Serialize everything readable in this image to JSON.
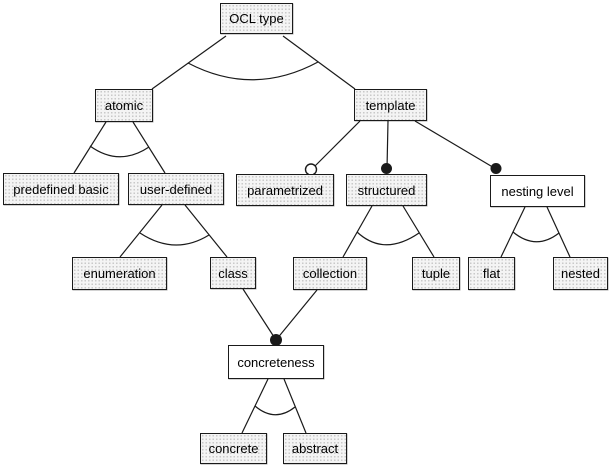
{
  "diagram": {
    "type": "feature-model-tree",
    "root_label": "OCL type",
    "nodes": {
      "ocl_type": {
        "label": "OCL type",
        "style": "stippled"
      },
      "atomic": {
        "label": "atomic",
        "style": "stippled"
      },
      "template": {
        "label": "template",
        "style": "stippled"
      },
      "predefined_basic": {
        "label": "predefined basic",
        "style": "stippled"
      },
      "user_defined": {
        "label": "user-defined",
        "style": "stippled"
      },
      "parametrized": {
        "label": "parametrized",
        "style": "stippled"
      },
      "structured": {
        "label": "structured",
        "style": "stippled"
      },
      "nesting_level": {
        "label": "nesting level",
        "style": "plain"
      },
      "enumeration": {
        "label": "enumeration",
        "style": "stippled"
      },
      "class": {
        "label": "class",
        "style": "stippled"
      },
      "collection": {
        "label": "collection",
        "style": "stippled"
      },
      "tuple": {
        "label": "tuple",
        "style": "stippled"
      },
      "flat": {
        "label": "flat",
        "style": "stippled"
      },
      "nested": {
        "label": "nested",
        "style": "stippled"
      },
      "concreteness": {
        "label": "concreteness",
        "style": "plain"
      },
      "concrete": {
        "label": "concrete",
        "style": "stippled"
      },
      "abstract": {
        "label": "abstract",
        "style": "stippled"
      }
    },
    "edges": [
      {
        "from": "OCL type",
        "to": "atomic"
      },
      {
        "from": "OCL type",
        "to": "template"
      },
      {
        "from": "atomic",
        "to": "predefined basic"
      },
      {
        "from": "atomic",
        "to": "user-defined"
      },
      {
        "from": "template",
        "to": "parametrized",
        "circle": "open"
      },
      {
        "from": "template",
        "to": "structured",
        "circle": "filled"
      },
      {
        "from": "template",
        "to": "nesting level",
        "circle": "filled"
      },
      {
        "from": "user-defined",
        "to": "enumeration"
      },
      {
        "from": "user-defined",
        "to": "class"
      },
      {
        "from": "structured",
        "to": "collection"
      },
      {
        "from": "structured",
        "to": "tuple"
      },
      {
        "from": "nesting level",
        "to": "flat"
      },
      {
        "from": "nesting level",
        "to": "nested"
      },
      {
        "from": "class",
        "to": "concreteness",
        "circle": "filled"
      },
      {
        "from": "collection",
        "to": "concreteness",
        "circle": "filled"
      },
      {
        "from": "concreteness",
        "to": "concrete"
      },
      {
        "from": "concreteness",
        "to": "abstract"
      }
    ],
    "arc_groups": [
      {
        "parent": "OCL type",
        "children": [
          "atomic",
          "template"
        ]
      },
      {
        "parent": "atomic",
        "children": [
          "predefined basic",
          "user-defined"
        ]
      },
      {
        "parent": "user-defined",
        "children": [
          "enumeration",
          "class"
        ]
      },
      {
        "parent": "structured",
        "children": [
          "collection",
          "tuple"
        ]
      },
      {
        "parent": "nesting level",
        "children": [
          "flat",
          "nested"
        ]
      },
      {
        "parent": "concreteness",
        "children": [
          "concrete",
          "abstract"
        ]
      }
    ],
    "colors": {
      "background": "#ffffff",
      "node_fill": "#f4f4f4",
      "node_fill_plain": "#ffffff",
      "node_border": "#1a1a1a",
      "line": "#1a1a1a",
      "text": "#000000"
    }
  }
}
